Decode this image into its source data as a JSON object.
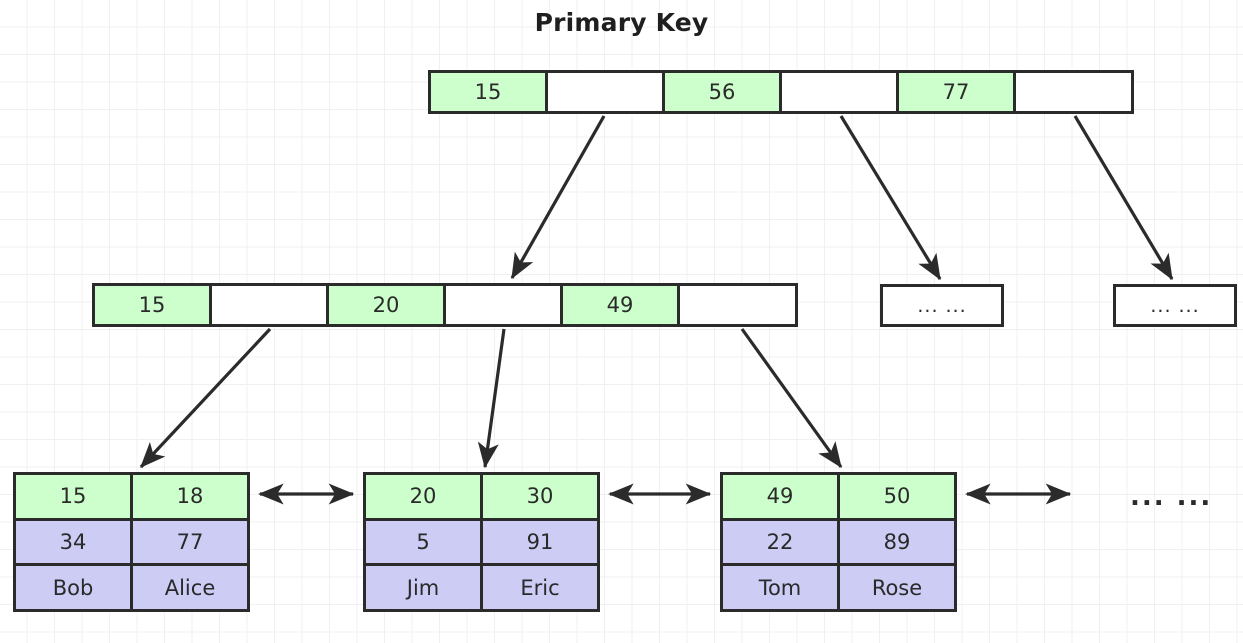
{
  "diagram": {
    "title": "Primary Key",
    "colors": {
      "key_fill": "#ccffcc",
      "value_fill": "#ccccf5",
      "pointer_fill": "#ffffff",
      "border": "#2b2b2b",
      "text": "#2a2a2a",
      "grid": "#f0f0f0",
      "background": "#ffffff"
    },
    "root": {
      "label": "root-node",
      "cells": [
        {
          "text": "15",
          "type": "key"
        },
        {
          "text": "",
          "type": "pointer"
        },
        {
          "text": "56",
          "type": "key"
        },
        {
          "text": "",
          "type": "pointer"
        },
        {
          "text": "77",
          "type": "key"
        },
        {
          "text": "",
          "type": "pointer"
        }
      ]
    },
    "internal": {
      "label": "internal-node",
      "cells": [
        {
          "text": "15",
          "type": "key"
        },
        {
          "text": "",
          "type": "pointer"
        },
        {
          "text": "20",
          "type": "key"
        },
        {
          "text": "",
          "type": "pointer"
        },
        {
          "text": "49",
          "type": "key"
        },
        {
          "text": "",
          "type": "pointer"
        }
      ]
    },
    "ellipsis_nodes": [
      {
        "text": "... ..."
      },
      {
        "text": "... ..."
      }
    ],
    "tail_ellipsis": "... ...",
    "leaves": [
      {
        "label": "leaf-node-1",
        "keys": [
          "15",
          "18"
        ],
        "values": [
          "34",
          "77"
        ],
        "names": [
          "Bob",
          "Alice"
        ]
      },
      {
        "label": "leaf-node-2",
        "keys": [
          "20",
          "30"
        ],
        "values": [
          "5",
          "91"
        ],
        "names": [
          "Jim",
          "Eric"
        ]
      },
      {
        "label": "leaf-node-3",
        "keys": [
          "49",
          "50"
        ],
        "values": [
          "22",
          "89"
        ],
        "names": [
          "Tom",
          "Rose"
        ]
      }
    ]
  }
}
